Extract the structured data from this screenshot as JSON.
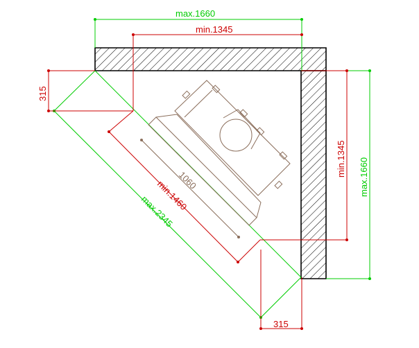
{
  "dimensions": {
    "top_max": "max.1660",
    "top_min": "min.1345",
    "right_min": "min.1345",
    "right_max": "max.1660",
    "left_offset": "315",
    "bottom_offset": "315",
    "diag_max": "max.2345",
    "diag_min": "min.1460",
    "hood_width": "1060"
  },
  "colors": {
    "max_dimension": "#00cc00",
    "min_dimension": "#cc0000",
    "hood_outline": "#8a6d5a",
    "wall_outline": "#000000"
  }
}
